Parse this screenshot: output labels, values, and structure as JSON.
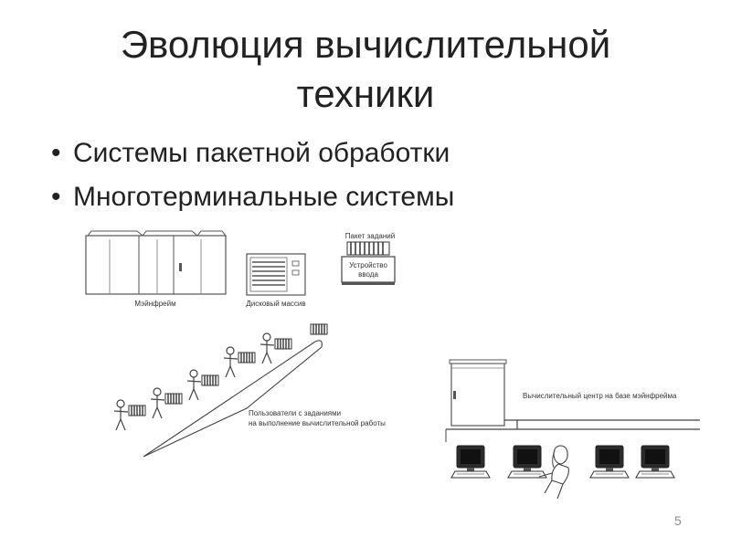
{
  "slide": {
    "title_line1": "Эволюция вычислительной",
    "title_line2": "техники",
    "bullets": [
      "Системы пакетной обработки",
      "Многотерминальные системы"
    ],
    "page_number": "5"
  },
  "figure_batch": {
    "mainframe_label": "Мэйнфрейм",
    "disk_array_label": "Дисковый массив",
    "job_packet_label": "Пакет заданий",
    "input_device_label_line1": "Устройство",
    "input_device_label_line2": "ввода",
    "users_label_line1": "Пользователи с заданиями",
    "users_label_line2": "на выполнение вычислительной работы"
  },
  "figure_terminal": {
    "center_label": "Вычислительный центр на базе мэйнфрейма"
  },
  "icons": [
    "mainframe-icon",
    "disk-array-icon",
    "input-device-icon",
    "person-icon",
    "card-deck-icon",
    "terminal-icon",
    "operator-icon"
  ],
  "colors": {
    "text": "#222222",
    "page_number": "#8c8c8c",
    "line_art": "#444444"
  }
}
